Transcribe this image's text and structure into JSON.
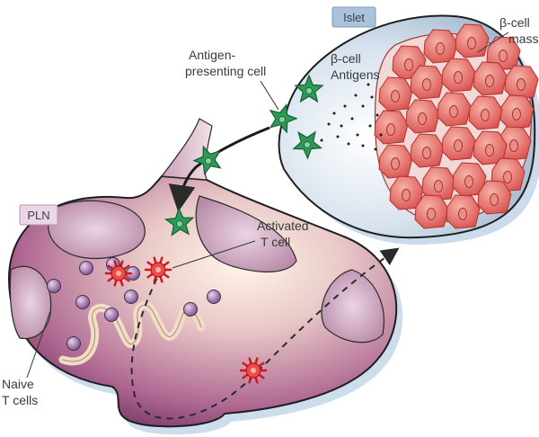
{
  "labels": {
    "islet": "Islet",
    "pln": "PLN",
    "beta_mass_1": "β-cell",
    "beta_mass_2": "mass",
    "beta_antigens_1": "β-cell",
    "beta_antigens_2": "Antigens",
    "apc_1": "Antigen-",
    "apc_2": "presenting cell",
    "activated_1": "Activated",
    "activated_2": "T cell",
    "naive_1": "Naive",
    "naive_2": "T cells"
  },
  "colors": {
    "apc_green": "#1f8a4a",
    "t_cell_red": "#e0202a",
    "naive_purple": "#9b6aa6",
    "islet_blue": "#b4c8db",
    "beta_cell_red": "#e46f6c",
    "pln_purple": "#7e3b6f",
    "tag_bg": "#a9c3dd",
    "pln_tag_bg": "#ead6e6"
  }
}
